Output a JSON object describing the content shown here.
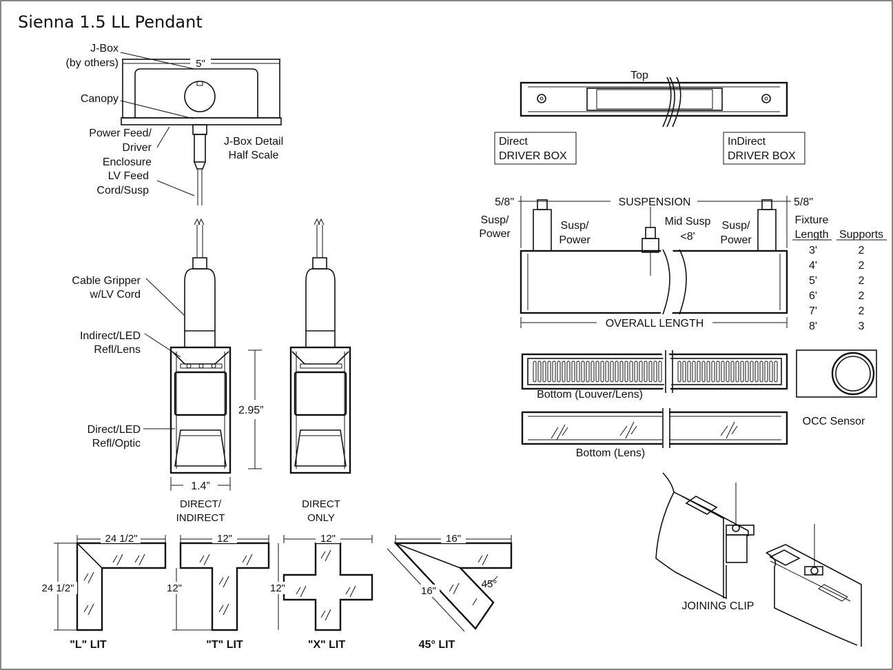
{
  "title": "Sienna 1.5 LL Pendant",
  "jbox": {
    "jbox_label_1": "J-Box",
    "jbox_label_2": "(by others)",
    "width_dim": "5\"",
    "canopy": "Canopy",
    "power_feed_1": "Power Feed/",
    "power_feed_2": "Driver",
    "power_feed_3": "Enclosure",
    "lv_feed_1": "LV Feed",
    "lv_feed_2": "Cord/Susp",
    "detail_1": "J-Box Detail",
    "detail_2": "Half Scale"
  },
  "section": {
    "cable_gripper_1": "Cable Gripper",
    "cable_gripper_2": "w/LV Cord",
    "indirect_1": "Indirect/LED",
    "indirect_2": "Refl/Lens",
    "direct_1": "Direct/LED",
    "direct_2": "Refl/Optic",
    "height_dim": "2.95”",
    "width_dim": "1.4”",
    "label_left_1": "DIRECT/",
    "label_left_2": "INDIRECT",
    "label_right_1": "DIRECT",
    "label_right_2": "ONLY"
  },
  "top_view": {
    "label": "Top",
    "direct_box_1": "Direct",
    "direct_box_2": "DRIVER BOX",
    "indirect_box_1": "InDirect",
    "indirect_box_2": "DRIVER BOX"
  },
  "elevation": {
    "left_offset": "5/8\"",
    "right_offset": "5/8\"",
    "suspension": "SUSPENSION",
    "susp_power_outer_1": "Susp/",
    "susp_power_outer_2": "Power",
    "susp_power_inner_1": "Susp/",
    "susp_power_inner_2": "Power",
    "mid_susp_1": "Mid Susp",
    "mid_susp_2": "<8'",
    "susp_power_right_1": "Susp/",
    "susp_power_right_2": "Power",
    "overall_length": "OVERALL LENGTH"
  },
  "supports_table": {
    "header_1a": "Fixture",
    "header_1b": "Length",
    "header_2": "Supports",
    "rows": [
      {
        "length": "3'",
        "supports": "2"
      },
      {
        "length": "4'",
        "supports": "2"
      },
      {
        "length": "5'",
        "supports": "2"
      },
      {
        "length": "6'",
        "supports": "2"
      },
      {
        "length": "7'",
        "supports": "2"
      },
      {
        "length": "8'",
        "supports": "3"
      }
    ]
  },
  "bottoms": {
    "louver": "Bottom (Louver/Lens)",
    "lens": "Bottom (Lens)",
    "occ": "OCC Sensor"
  },
  "joining_clip": "JOINING CLIP",
  "configs": {
    "l": {
      "label": "\"L\" LIT",
      "w": "24 1/2\"",
      "h": "24 1/2\""
    },
    "t": {
      "label": "\"T\" LIT",
      "w": "12\"",
      "h": "12\""
    },
    "x": {
      "label": "\"X\" LIT",
      "w": "12\"",
      "h": "12\""
    },
    "a45": {
      "label": "45° LIT",
      "w": "16\"",
      "d": "16\"",
      "angle": "45°"
    }
  }
}
